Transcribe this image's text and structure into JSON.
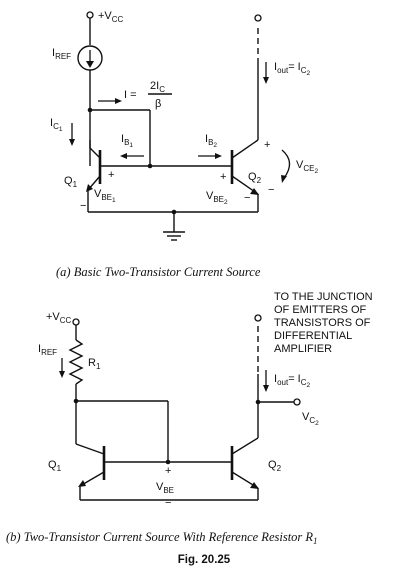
{
  "circuit_a": {
    "supply": "+V",
    "supply_sub": "CC",
    "iref_main": "I",
    "iref_sub": "REF",
    "i_eq_lhs": "I =",
    "i_eq_num": "2I",
    "i_eq_num_sub": "C",
    "i_eq_den": "β",
    "ic1_main": "I",
    "ic1_sub": "C",
    "ic1_subsub": "1",
    "ib1_main": "I",
    "ib1_sub": "B",
    "ib1_subsub": "1",
    "ib2_main": "I",
    "ib2_sub": "B",
    "ib2_subsub": "2",
    "iout_main": "I",
    "iout_sub": "out",
    "iout_eq": "= I",
    "iout_eq_sub": "C",
    "iout_eq_subsub": "2",
    "q1_main": "Q",
    "q1_sub": "1",
    "q2_main": "Q",
    "q2_sub": "2",
    "vbe1_main": "V",
    "vbe1_sub": "BE",
    "vbe1_subsub": "1",
    "vbe2_main": "V",
    "vbe2_sub": "BE",
    "vbe2_subsub": "2",
    "vce2_main": "V",
    "vce2_sub": "CE",
    "vce2_subsub": "2",
    "plus": "+",
    "minus": "−",
    "caption": "(a) Basic Two-Transistor Current Source"
  },
  "circuit_b": {
    "supply": "+V",
    "supply_sub": "CC",
    "iref_main": "I",
    "iref_sub": "REF",
    "r1_main": "R",
    "r1_sub": "1",
    "note_lines": [
      "TO THE JUNCTION",
      "OF EMITTERS OF",
      "TRANSISTORS OF",
      "DIFFERENTIAL",
      "AMPLIFIER"
    ],
    "iout_main": "I",
    "iout_sub": "out",
    "iout_eq": "= I",
    "iout_eq_sub": "C",
    "iout_eq_subsub": "2",
    "vc2_main": "V",
    "vc2_sub": "C",
    "vc2_subsub": "2",
    "q1_main": "Q",
    "q1_sub": "1",
    "q2_main": "Q",
    "q2_sub": "2",
    "vbe": "V",
    "vbe_sub": "BE",
    "plus": "+",
    "minus": "−",
    "caption": "(b) Two-Transistor Current Source With Reference Resistor R",
    "caption_sub": "1"
  },
  "figure_number": "Fig. 20.25"
}
